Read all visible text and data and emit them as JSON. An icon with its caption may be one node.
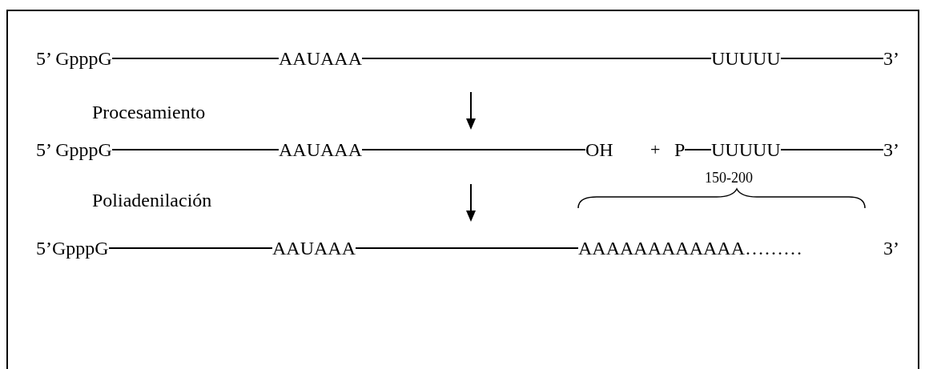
{
  "diagram": {
    "nodes": [
      {
        "text": [
          "5’ GpppG"
        ]
      },
      {
        "text": [
          "AAUAAA"
        ]
      },
      {
        "text": [
          "UUUUU"
        ]
      },
      {
        "text": [
          "3’"
        ]
      },
      {
        "text": [
          "5’ GpppG"
        ]
      },
      {
        "text": [
          "AAUAAA"
        ]
      },
      {
        "text": [
          "OH"
        ]
      },
      {
        "text": [
          "P"
        ]
      },
      {
        "text": [
          "UUUUU"
        ]
      },
      {
        "text": [
          "3’"
        ]
      },
      {
        "text": [
          "5’GpppG"
        ]
      },
      {
        "text": [
          "AAUAAA"
        ]
      },
      {
        "text": [
          "AAAAAAAAAAAA………"
        ]
      },
      {
        "text": [
          "3’"
        ]
      }
    ],
    "edges": [
      {
        "from": 0,
        "to": 1,
        "arrow": "none"
      },
      {
        "from": 1,
        "to": 2,
        "arrow": "none"
      },
      {
        "from": 2,
        "to": 3,
        "arrow": "none"
      },
      {
        "from": 4,
        "to": 5,
        "arrow": "none"
      },
      {
        "from": 5,
        "to": 6,
        "arrow": "none"
      },
      {
        "from": 7,
        "to": 8,
        "arrow": "none"
      },
      {
        "from": 8,
        "to": 9,
        "arrow": "none"
      },
      {
        "from": 10,
        "to": 11,
        "arrow": "none"
      },
      {
        "from": 11,
        "to": 12,
        "arrow": "none"
      }
    ],
    "labels": [
      "Procesamiento",
      "+",
      "Poliadenilación",
      "150-200"
    ]
  }
}
